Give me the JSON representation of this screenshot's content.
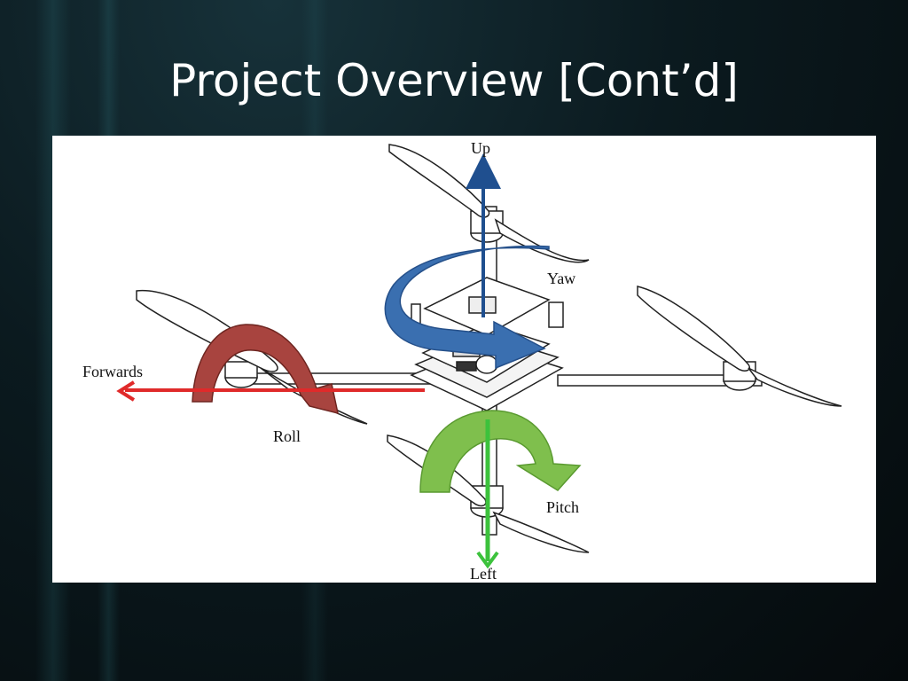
{
  "slide": {
    "title": "Project Overview [Cont’d]"
  },
  "diagram": {
    "labels": {
      "up": "Up",
      "yaw": "Yaw",
      "forwards": "Forwards",
      "roll": "Roll",
      "pitch": "Pitch",
      "left": "Left"
    },
    "colors": {
      "yaw_arrow": "#3a6fb0",
      "up_arrow": "#1f4f8f",
      "roll_arrow": "#a8443f",
      "forwards_arrow": "#e02a2a",
      "pitch_arrow": "#7fbf4d",
      "left_arrow": "#3cc23c",
      "background": "#ffffff"
    }
  }
}
